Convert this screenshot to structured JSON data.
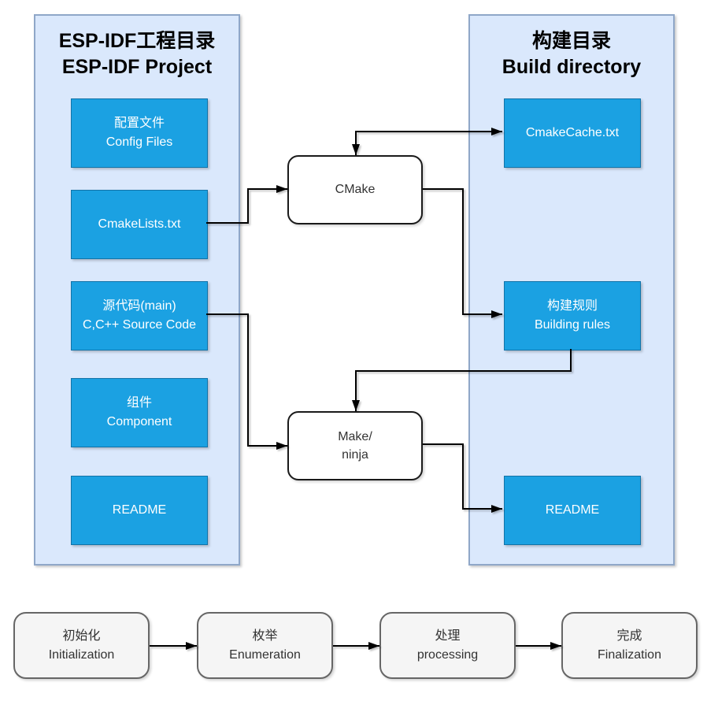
{
  "colors": {
    "panel_fill": "#dae8fc",
    "panel_border": "#8fa7c8",
    "box_fill": "#1ba1e2",
    "box_border": "#1273a8",
    "box_text": "#ffffff",
    "node_fill": "#ffffff",
    "node_border": "#1a1a1a",
    "step_fill": "#f5f5f5",
    "step_border": "#666666",
    "connector": "#000000"
  },
  "left_panel": {
    "title_line1": "ESP-IDF工程目录",
    "title_line2": "ESP-IDF Project",
    "boxes": [
      {
        "line1": "配置文件",
        "line2": "Config Files"
      },
      {
        "line1": "CmakeLists.txt",
        "line2": ""
      },
      {
        "line1": "源代码(main)",
        "line2": "C,C++ Source Code"
      },
      {
        "line1": "组件",
        "line2": "Component"
      },
      {
        "line1": "README",
        "line2": ""
      }
    ]
  },
  "right_panel": {
    "title_line1": "构建目录",
    "title_line2": "Build directory",
    "boxes": [
      {
        "line1": "CmakeCache.txt",
        "line2": ""
      },
      {
        "line1": "构建规则",
        "line2": "Building rules"
      },
      {
        "line1": "README",
        "line2": ""
      }
    ]
  },
  "nodes": {
    "cmake": {
      "line1": "CMake",
      "line2": ""
    },
    "make_ninja": {
      "line1": "Make/",
      "line2": "ninja"
    }
  },
  "process_flow": {
    "steps": [
      {
        "line1": "初始化",
        "line2": "Initialization"
      },
      {
        "line1": "枚举",
        "line2": "Enumeration"
      },
      {
        "line1": "处理",
        "line2": "processing"
      },
      {
        "line1": "完成",
        "line2": "Finalization"
      }
    ]
  }
}
